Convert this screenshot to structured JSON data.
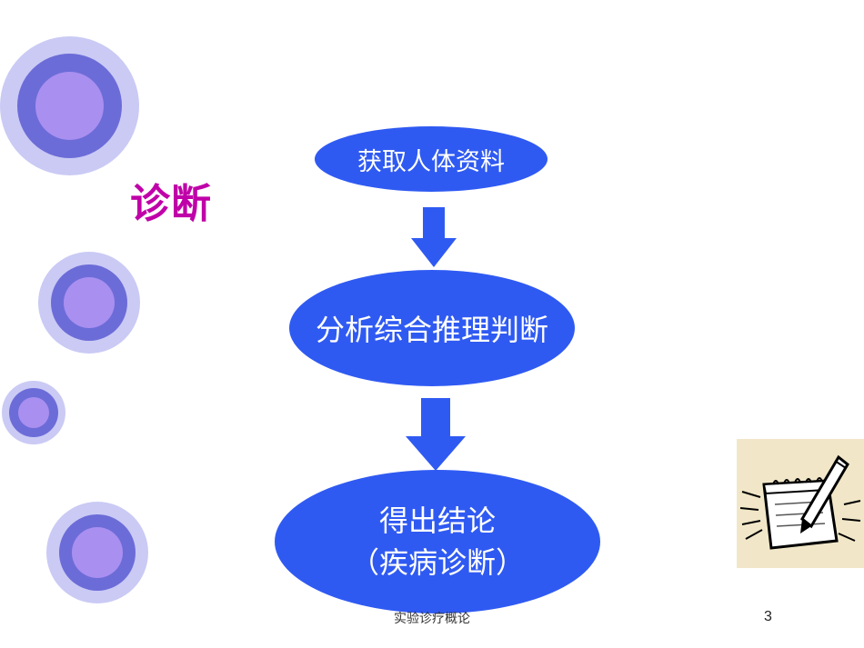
{
  "slide": {
    "title": "诊断",
    "footer_text": "实验诊疗概论",
    "page_number": "3"
  },
  "flow": {
    "step1": "获取人体资料",
    "step2": "分析综合推理判断",
    "step3_line1": "得出结论",
    "step3_line2": "（疾病诊断）"
  },
  "colors": {
    "title": "#c000a8",
    "node_fill": "#2f5af2",
    "node_text": "#ffffff",
    "circle_outer": "#cacaf5",
    "circle_mid": "#6c6cd8",
    "circle_inner": "#a98ff0"
  },
  "icons": {
    "decoration": "concentric-circle-icon",
    "clipart": "notepad-pen-icon"
  }
}
